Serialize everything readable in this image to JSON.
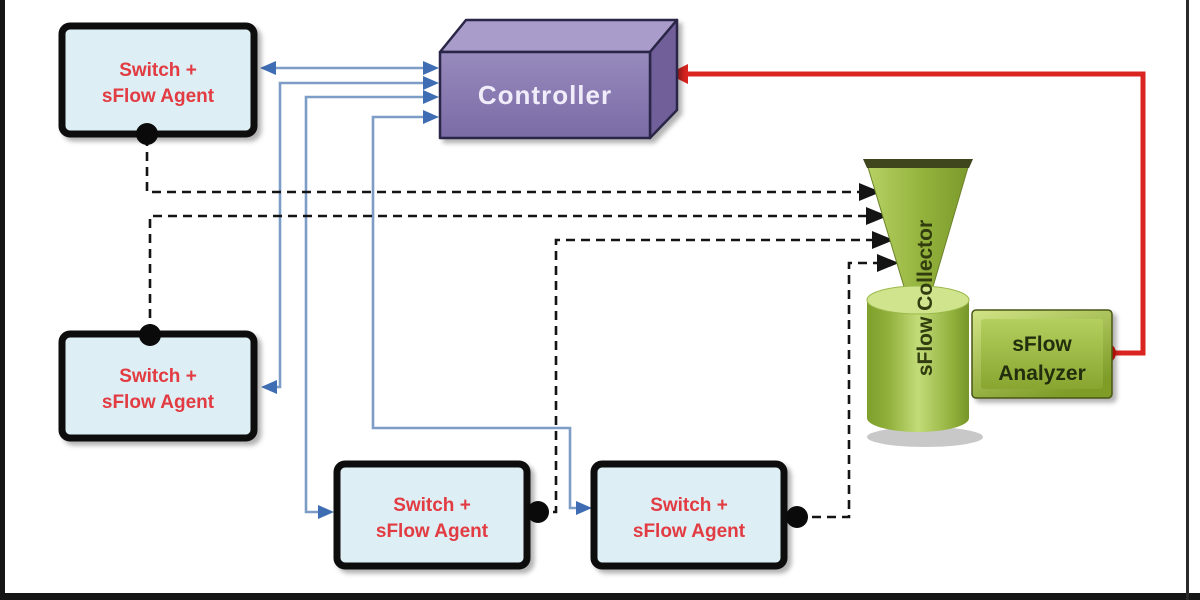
{
  "diagram": {
    "controller": {
      "label": "Controller"
    },
    "switches": [
      {
        "line1": "Switch +",
        "line2": "sFlow Agent"
      },
      {
        "line1": "Switch +",
        "line2": "sFlow Agent"
      },
      {
        "line1": "Switch +",
        "line2": "sFlow Agent"
      },
      {
        "line1": "Switch +",
        "line2": "sFlow Agent"
      }
    ],
    "collector": {
      "label": "sFlow Collector"
    },
    "analyzer": {
      "line1": "sFlow",
      "line2": "Analyzer"
    }
  },
  "colors": {
    "switch_fill": "#ddeef5",
    "switch_border": "#0b0b0b",
    "switch_text": "#e23b42",
    "controller_purple": "#8879b2",
    "controller_text": "#f0ecfa",
    "collector_green": "#9ab93e",
    "collector_text": "#313c0f",
    "analyzer_green": "#9cbb3f",
    "analyzer_text": "#222d08",
    "link_blue": "#7d9cc6",
    "arrow_blue": "#3e6db3",
    "dashed_black": "#141414",
    "red_link": "#da2420"
  }
}
